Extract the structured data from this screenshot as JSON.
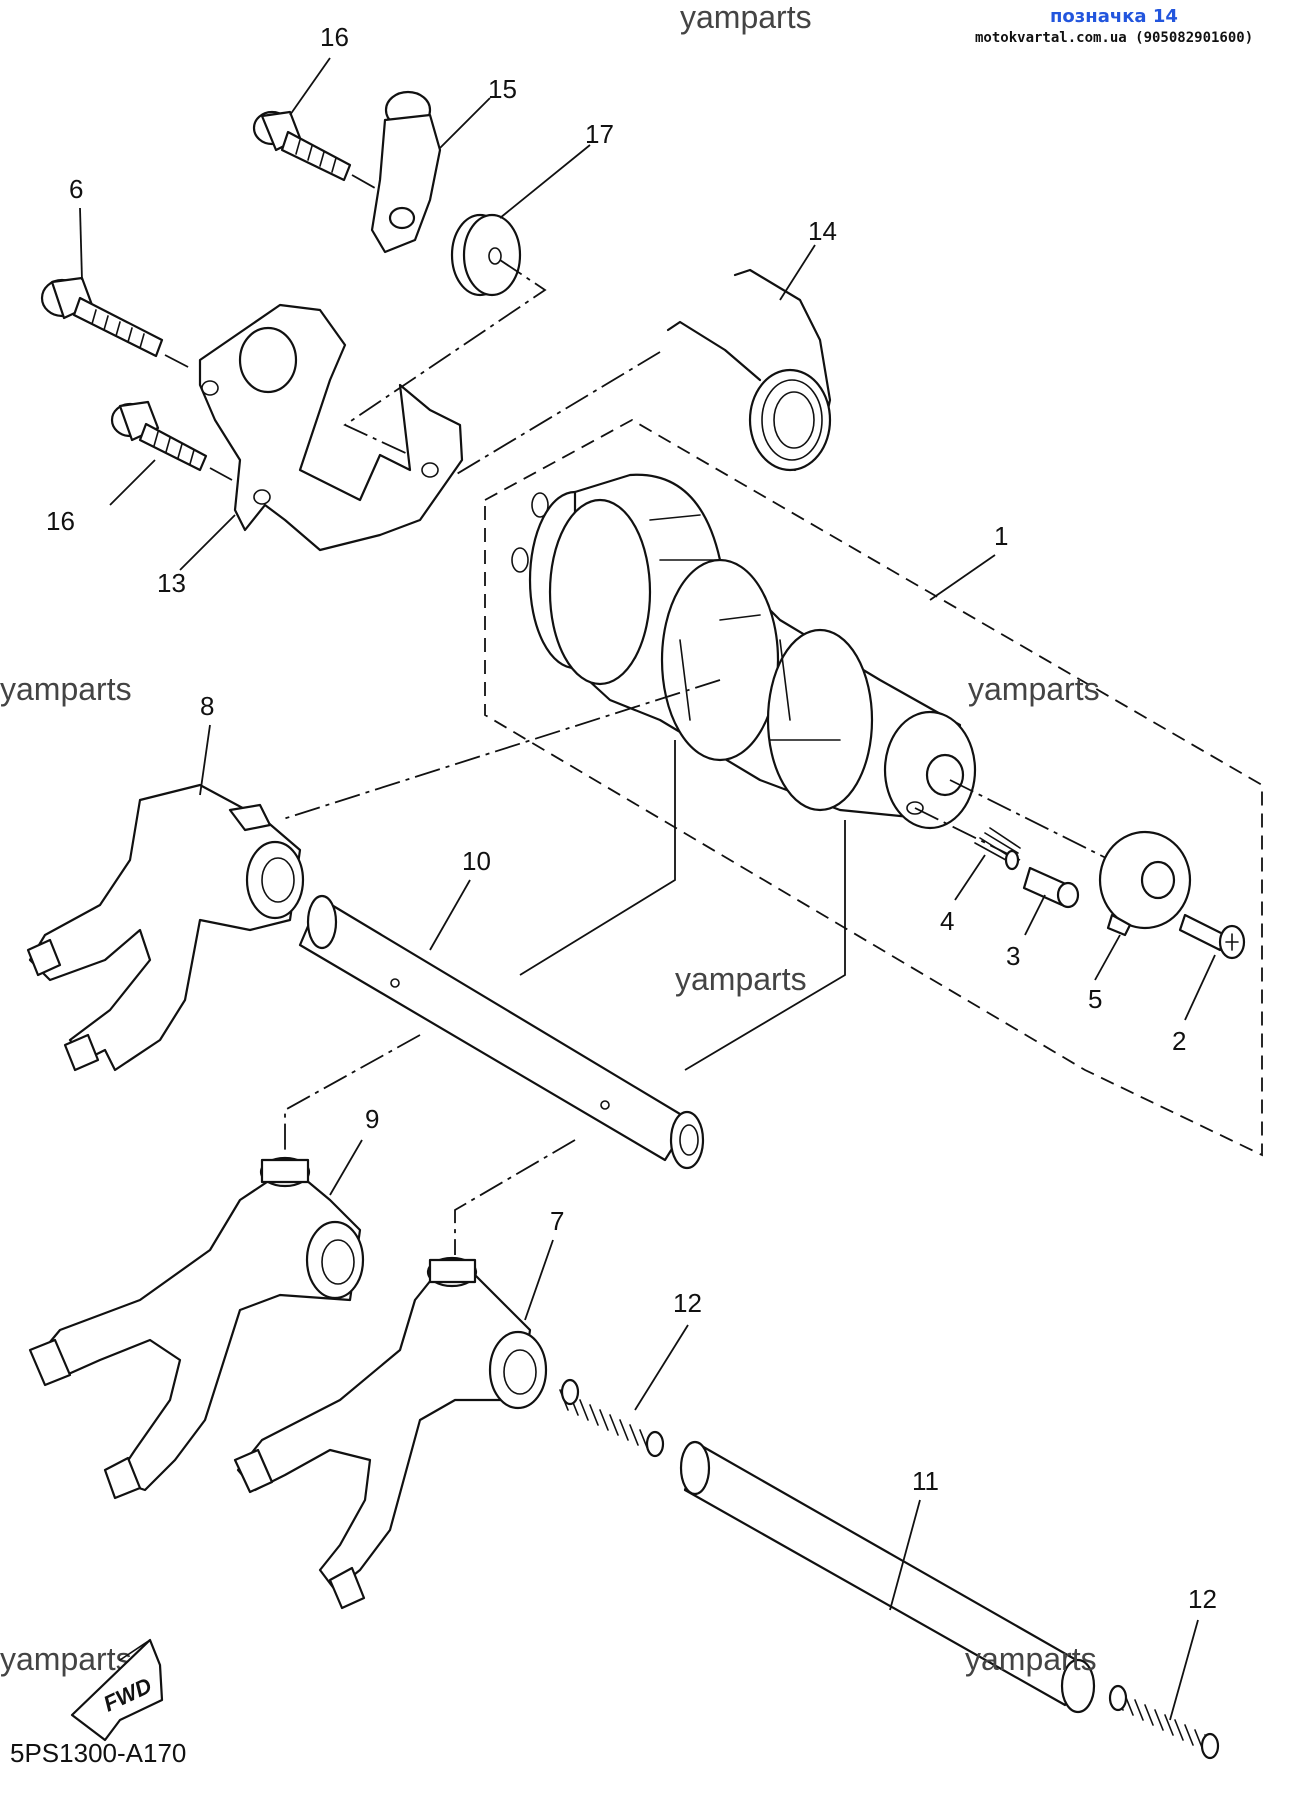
{
  "header": {
    "watermark_top": "yamparts",
    "tag_title": "позначка 14",
    "tag_site": "motokvartal.com.ua (905082901600)"
  },
  "watermarks": [
    "yamparts",
    "yamparts",
    "yamparts",
    "yamparts",
    "yamparts"
  ],
  "callouts": [
    "16",
    "15",
    "17",
    "6",
    "14",
    "16",
    "13",
    "1",
    "8",
    "10",
    "4",
    "3",
    "5",
    "2",
    "9",
    "7",
    "12",
    "11",
    "12"
  ],
  "fwd_badge": "FWD",
  "diagram_code": "5PS1300-A170"
}
